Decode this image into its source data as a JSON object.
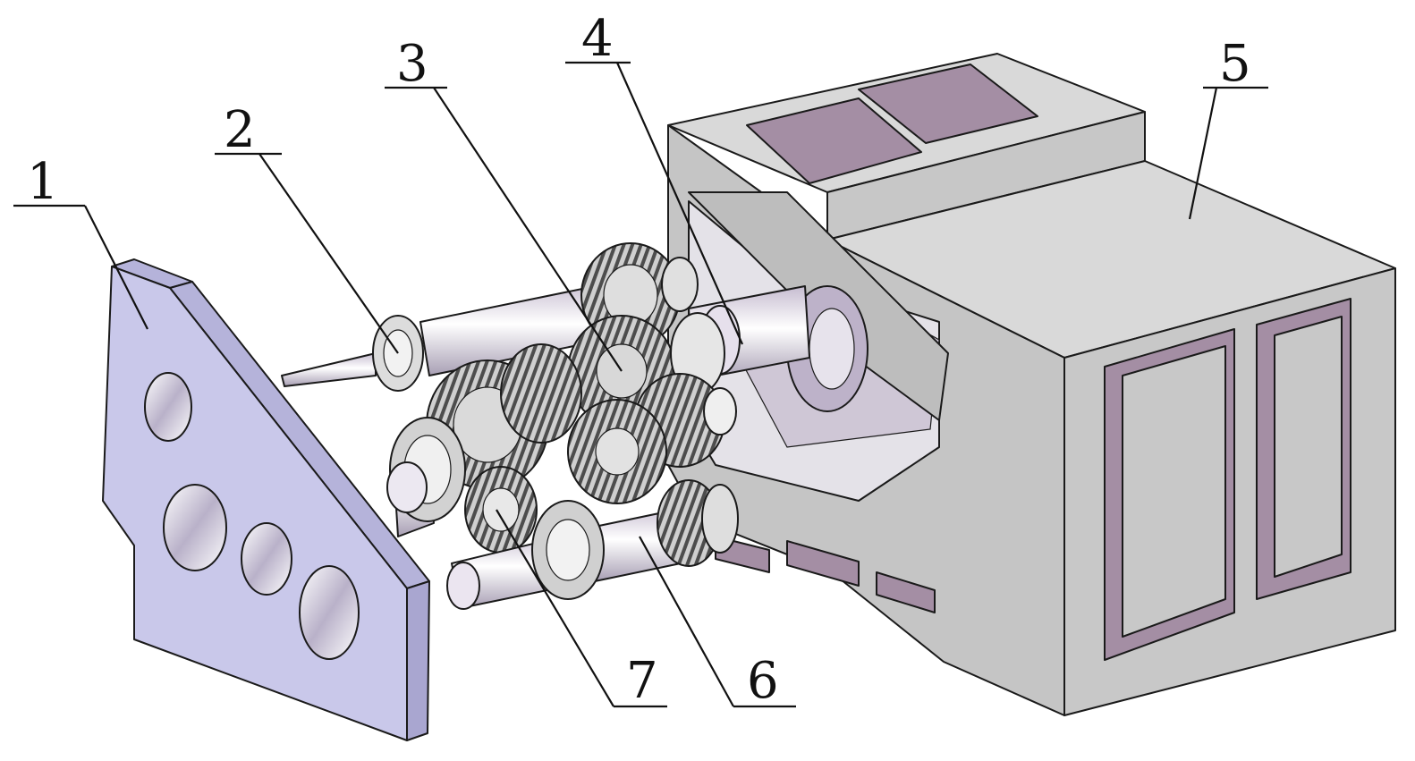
{
  "figure": {
    "kind": "exploded-assembly-diagram",
    "colors": {
      "plate_face": "#c9c8ea",
      "plate_edge": "#b5b3da",
      "housing_light": "#c8c8c8",
      "housing_dark": "#a48ea4",
      "housing_top": "#d6d6d6",
      "gear_metal": "#d8d8d8",
      "gear_teeth": "#4a4a4a",
      "shaft": "#e6e0ec",
      "ink": "#111111"
    },
    "icons": [
      "plate-part",
      "shaft-part",
      "gear-cluster",
      "housing-part",
      "bearing-part"
    ]
  },
  "callouts": [
    {
      "id": "1",
      "label": "1"
    },
    {
      "id": "2",
      "label": "2"
    },
    {
      "id": "3",
      "label": "3"
    },
    {
      "id": "4",
      "label": "4"
    },
    {
      "id": "5",
      "label": "5"
    },
    {
      "id": "6",
      "label": "6"
    },
    {
      "id": "7",
      "label": "7"
    }
  ]
}
